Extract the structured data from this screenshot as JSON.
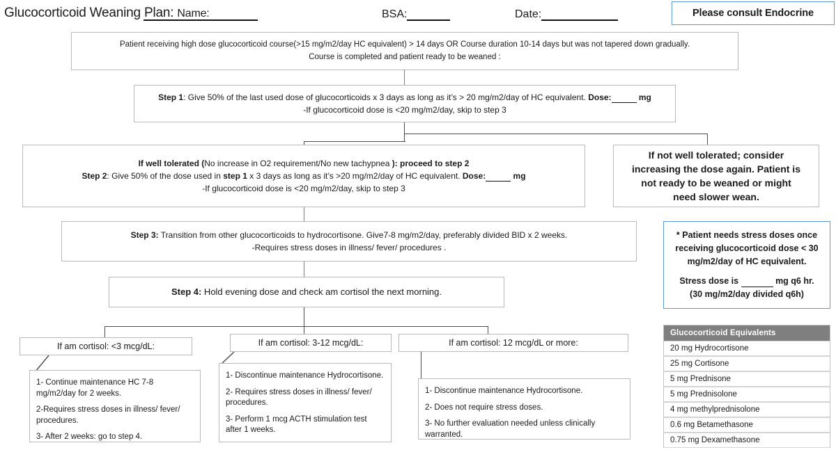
{
  "header": {
    "title": "Glucocorticoid Weaning Plan:",
    "name_label": "Name:",
    "bsa_label": "BSA:",
    "date_label": "Date:",
    "consult_note": "Please consult Endocrine"
  },
  "flow": {
    "intro": {
      "line1": "Patient receiving high dose glucocorticoid course(>15 mg/m2/day HC equivalent) > 14 days OR Course duration 10-14 days but was not tapered down gradually.",
      "line2": "Course is completed and patient ready to be weaned :"
    },
    "step1": {
      "label": "Step 1",
      "line1_a": ": Give 50% of the last used dose of glucocorticoids x 3 days as long as it’s > 20 mg/m2/day of HC equivalent. ",
      "dose_label": "Dose:",
      "dose_unit": " mg",
      "line2": "-If glucocorticoid dose is <20 mg/m2/day, skip to step 3"
    },
    "tolerated": {
      "head_a": "If well tolerated (",
      "head_b": "No increase in O2 requirement/No new tachypnea ",
      "head_c": "): proceed to step 2",
      "step2_label": "Step 2",
      "step2_a": ": Give 50% of the dose used in ",
      "step2_b": "step 1",
      "step2_c": " x 3 days as long as it’s >20 mg/m2/day of HC equivalent.  ",
      "dose_label": "Dose:",
      "dose_unit": " mg",
      "line3": "-If glucocorticoid dose is <20 mg/m2/day, skip to step 3"
    },
    "not_tolerated": {
      "line1": "If not well tolerated; consider",
      "line2": "increasing the dose again. Patient is",
      "line3": "not ready to be weaned or might",
      "line4": "need slower wean."
    },
    "step3": {
      "label": "Step 3:",
      "line1": " Transition from other glucocorticoids to hydrocortisone. Give7-8 mg/m2/day, preferably divided BID x 2 weeks.",
      "line2": "-Requires stress doses in illness/ fever/ procedures ."
    },
    "step4": {
      "label": "Step 4:",
      "line1": "  Hold  evening dose and check am cortisol the next morning."
    },
    "branches": [
      {
        "condition": "If am cortisol: <3 mcg/dL:",
        "items": [
          "1- Continue maintenance HC 7-8 mg/m2/day for 2 weeks.",
          "2-Requires stress doses in illness/ fever/ procedures.",
          "3-  After 2 weeks: go to step 4."
        ]
      },
      {
        "condition": "If am cortisol: 3-12 mcg/dL:",
        "items": [
          "1- Discontinue maintenance Hydrocortisone.",
          "2- Requires stress doses in illness/ fever/ procedures.",
          "3-  Perform 1 mcg ACTH stimulation test after 1 weeks."
        ]
      },
      {
        "condition": "If am cortisol: 12 mcg/dL or more:",
        "items": [
          "1- Discontinue maintenance Hydrocortisone.",
          "2- Does not require stress doses.",
          "3- No further evaluation needed unless clinically warranted."
        ]
      }
    ]
  },
  "stress_box": {
    "line1": "* Patient needs stress doses once",
    "line2": "receiving glucocorticoid  dose < 30",
    "line3": "mg/m2/day of HC equivalent.",
    "line4_a": "Stress dose is ",
    "line4_b": " mg q6 hr.",
    "line5": "(30 mg/m2/day divided q6h)"
  },
  "equivalents": {
    "header": "Glucocorticoid Equivalents",
    "rows": [
      "20 mg Hydrocortisone",
      "25 mg Cortisone",
      " 5 mg Prednisone",
      "5 mg Prednisolone",
      "4 mg methylprednisolone",
      "0.6 mg Betamethasone",
      " 0.75 mg Dexamethasone"
    ]
  },
  "colors": {
    "accent_blue": "#5B9BD5",
    "table_header_gray": "#7f7f7f",
    "box_border": "#b9b9b9",
    "connector": "#4a4a4a"
  }
}
